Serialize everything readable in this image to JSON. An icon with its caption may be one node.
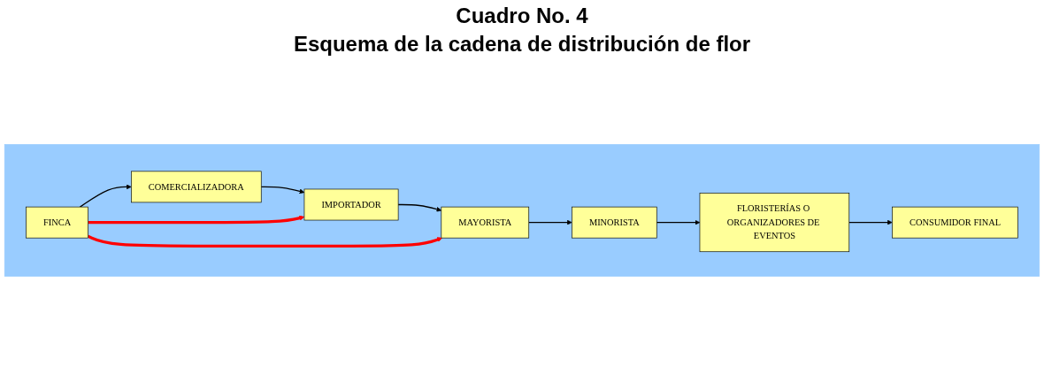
{
  "diagram": {
    "title": "Cuadro No. 4",
    "nodes": [
      {
        "text": [],
        "shape": "box"
      },
      {
        "text": [
          "FINCA"
        ],
        "in": 0
      },
      {
        "text": [
          "COMERCIALIZADORA"
        ],
        "in": 0
      },
      {
        "text": [
          "IMPORTADOR"
        ],
        "in": 0
      },
      {
        "text": [
          "MAYORISTA"
        ],
        "in": 0
      },
      {
        "text": [
          "MINORISTA"
        ],
        "in": 0
      },
      {
        "text": [
          "FLORISTERÍAS O ORGANIZADORES DE EVENTOS"
        ],
        "in": 0
      },
      {
        "text": [
          "CONSUMIDOR FINAL"
        ],
        "in": 0
      }
    ],
    "edges": [
      {
        "from": 1,
        "to": 2,
        "arrow": "to"
      },
      {
        "from": 2,
        "to": 3,
        "arrow": "to"
      },
      {
        "from": 3,
        "to": 4,
        "arrow": "to"
      },
      {
        "from": 4,
        "to": 5,
        "arrow": "to"
      },
      {
        "from": 5,
        "to": 6,
        "arrow": "to"
      },
      {
        "from": 6,
        "to": 7,
        "arrow": "to"
      },
      {
        "from": 1,
        "to": 3,
        "arrow": "to",
        "style": "thick",
        "color": "#ff0000"
      },
      {
        "from": 1,
        "to": 4,
        "arrow": "to",
        "style": "thick",
        "color": "#ff0000"
      }
    ],
    "labels": [
      "Esquema de la cadena de distribución de flor"
    ]
  }
}
